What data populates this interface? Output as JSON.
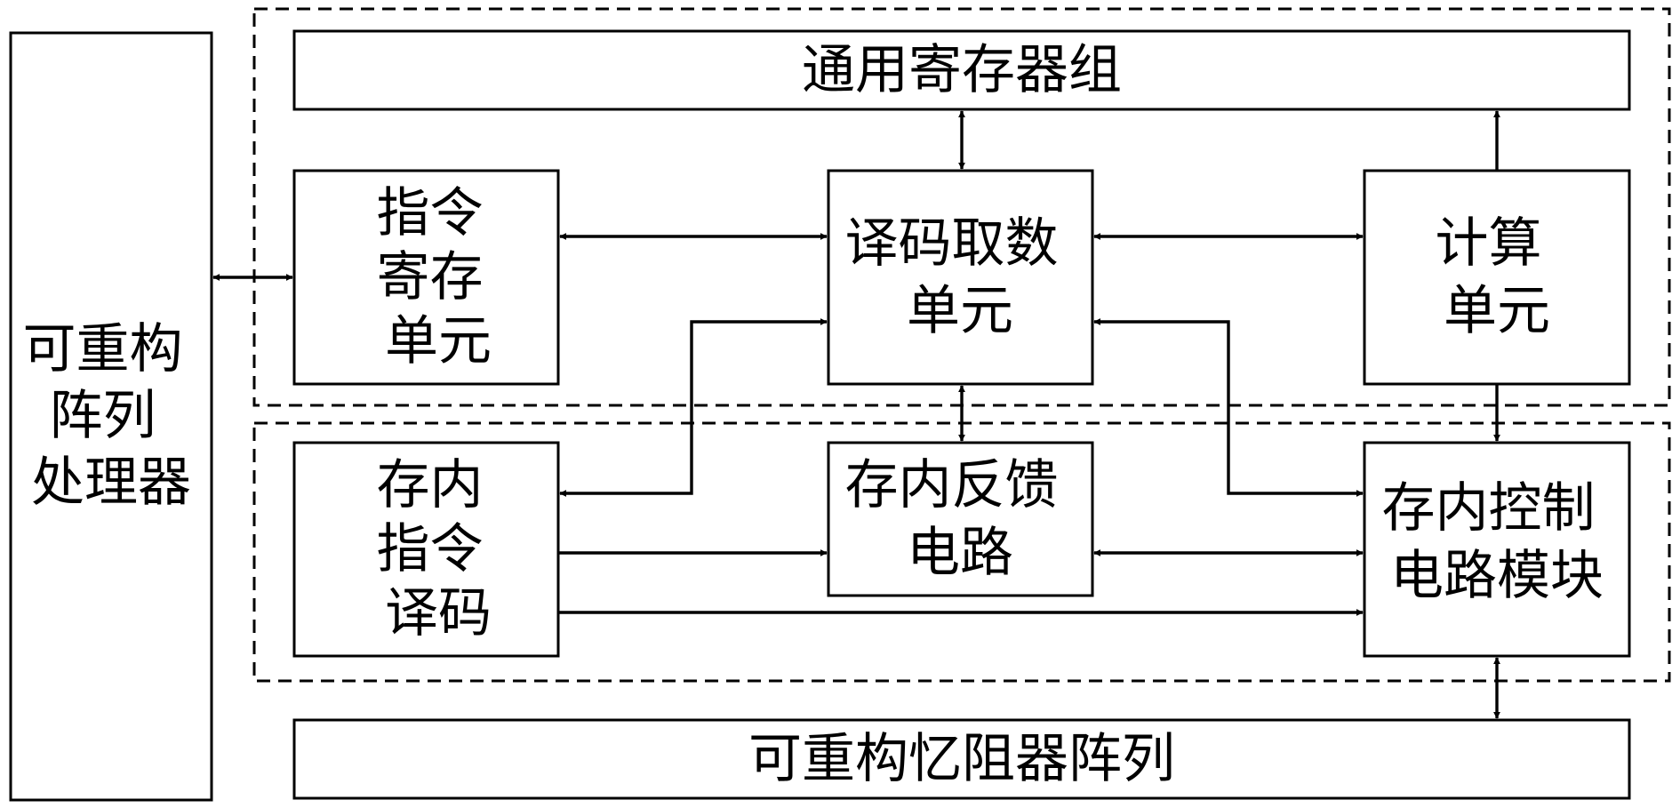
{
  "blocks": {
    "processor": [
      "可重构",
      "阵列",
      "处理器"
    ],
    "general_registers": [
      "通用寄存器组"
    ],
    "instruction_register": [
      "指令",
      "寄存",
      "单元"
    ],
    "decode_fetch": [
      "译码取数",
      "单元"
    ],
    "compute": [
      "计算",
      "单元"
    ],
    "pim_decode": [
      "存内",
      "指令",
      "译码"
    ],
    "pim_feedback": [
      "存内反馈",
      "电路"
    ],
    "pim_control": [
      "存内控制",
      "电路模块"
    ],
    "memristor_array": [
      "可重构忆阻器阵列"
    ]
  },
  "colors": {
    "line": "#000000",
    "background": "#ffffff"
  }
}
